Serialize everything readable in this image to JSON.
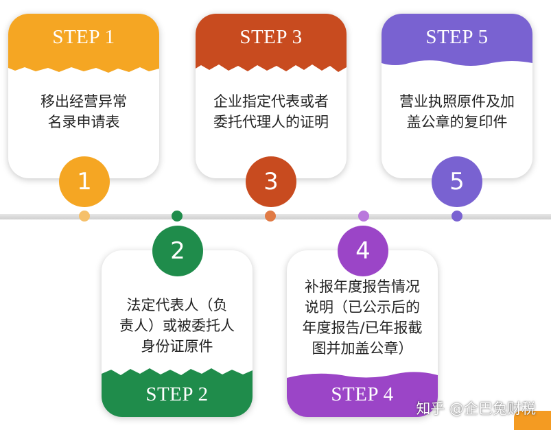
{
  "colors": {
    "step1": "#f5a623",
    "step2": "#1f8c4b",
    "step3": "#c84b1f",
    "step4": "#9b45c7",
    "step5": "#7962d1"
  },
  "steps": {
    "s1": {
      "label": "STEP 1",
      "number": "1",
      "lines": [
        "移出经营异常",
        "名录申请表"
      ]
    },
    "s2": {
      "label": "STEP 2",
      "number": "2",
      "lines": [
        "法定代表人（负",
        "责人）或被委托人",
        "身份证原件"
      ]
    },
    "s3": {
      "label": "STEP 3",
      "number": "3",
      "lines": [
        "企业指定代表或者",
        "委托代理人的证明"
      ]
    },
    "s4": {
      "label": "STEP 4",
      "number": "4",
      "lines": [
        "补报年度报告情况",
        "说明（已公示后的",
        "年度报告/已年报截",
        "图并加盖公章）"
      ]
    },
    "s5": {
      "label": "STEP 5",
      "number": "5",
      "lines": [
        "营业执照原件及加",
        "盖公章的复印件"
      ]
    }
  },
  "watermark": "知乎 @企巴兔财税"
}
